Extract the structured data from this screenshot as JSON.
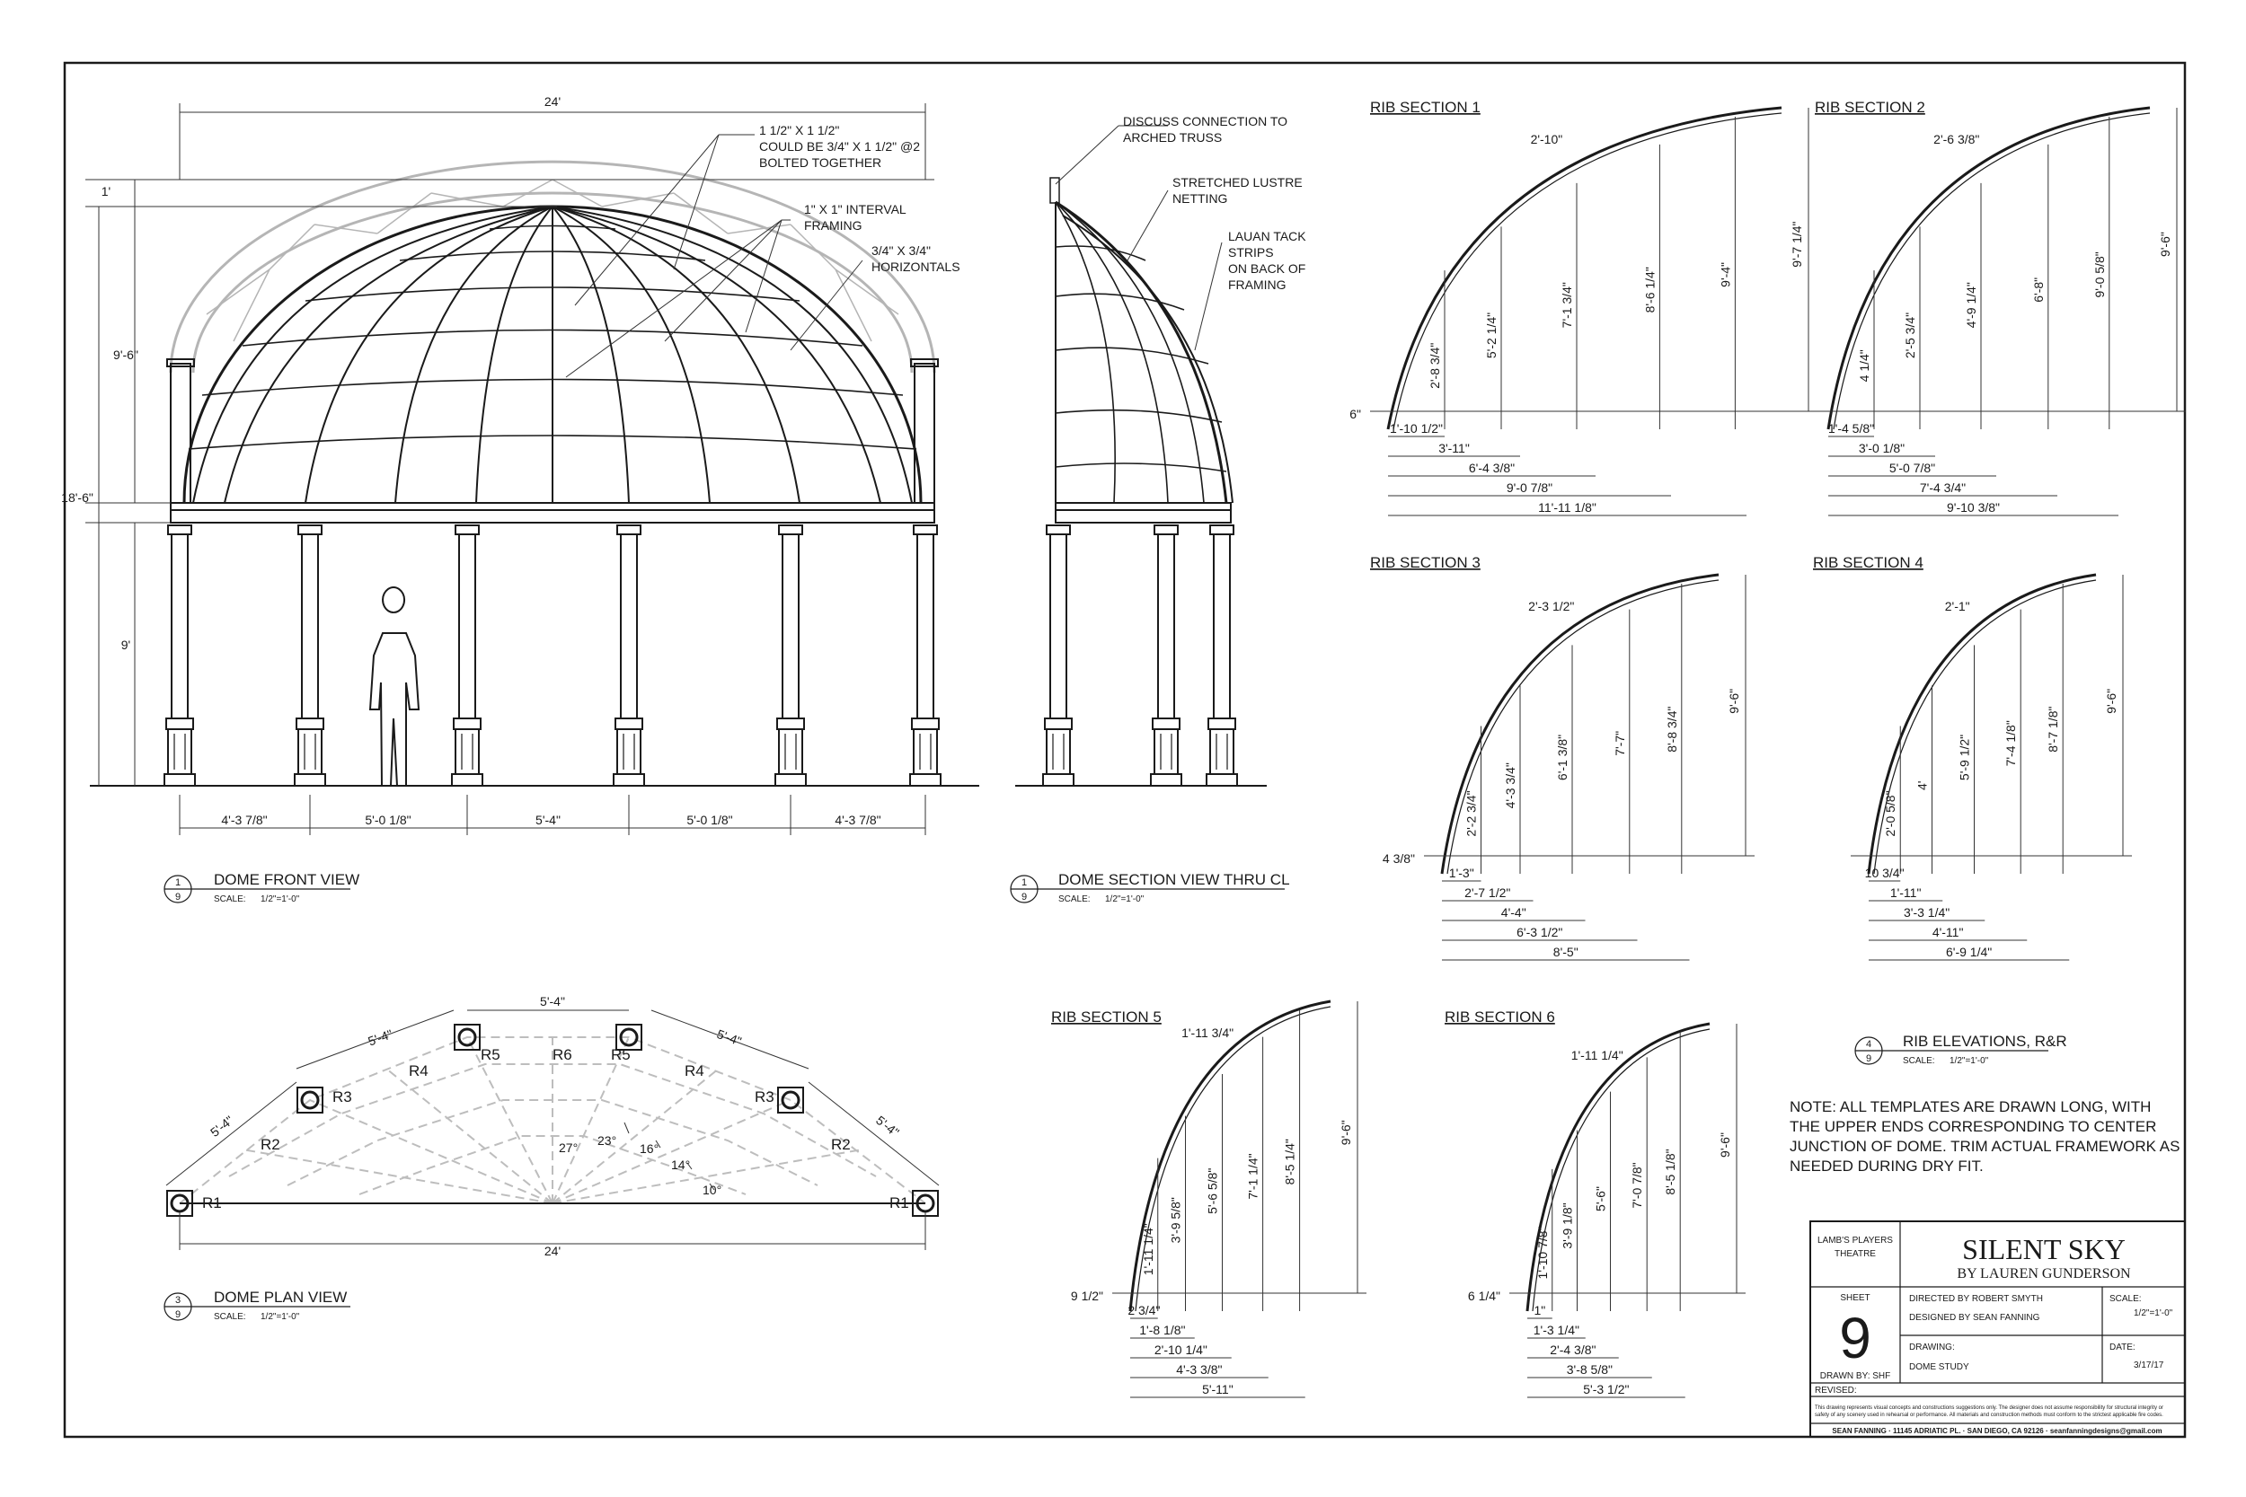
{
  "labels": {
    "front_width": "24'",
    "top_1ft": "1'",
    "h_9_6": "9'-6\"",
    "h_18_6": "18'-6\"",
    "h_9": "9'",
    "note1": [
      "1 1/2\" X 1 1/2\"",
      "COULD BE 3/4\" X 1 1/2\" @2",
      "BOLTED TOGETHER"
    ],
    "note2": [
      "1\" X 1\" INTERVAL",
      "FRAMING"
    ],
    "note3": [
      "3/4\" X 3/4\"",
      "HORIZONTALS"
    ],
    "bottom_dims": [
      "4'-3 7/8\"",
      "5'-0 1/8\"",
      "5'-4\"",
      "5'-0 1/8\"",
      "4'-3 7/8\""
    ],
    "sec_note1": [
      "DISCUSS CONNECTION TO",
      "ARCHED TRUSS"
    ],
    "sec_note2": [
      "STRETCHED LUSTRE",
      "NETTING"
    ],
    "sec_note3": [
      "LAUAN TACK",
      "STRIPS",
      "ON BACK OF",
      "FRAMING"
    ]
  },
  "views": {
    "front": {
      "num": "1",
      "sheet": "9",
      "title": "DOME FRONT VIEW",
      "scale_label": "SCALE:",
      "scale": "1/2\"=1'-0\""
    },
    "section": {
      "num": "1",
      "sheet": "9",
      "title": "DOME SECTION VIEW THRU CL",
      "scale_label": "SCALE:",
      "scale": "1/2\"=1'-0\""
    },
    "plan": {
      "num": "3",
      "sheet": "9",
      "title": "DOME PLAN VIEW",
      "scale_label": "SCALE:",
      "scale": "1/2\"=1'-0\""
    },
    "ribs": {
      "num": "4",
      "sheet": "9",
      "title": "RIB ELEVATIONS, R&R",
      "scale_label": "SCALE:",
      "scale": "1/2\"=1'-0\""
    }
  },
  "plan": {
    "seg": "5'-4\"",
    "width": "24'",
    "ribs": [
      "R1",
      "R2",
      "R3",
      "R4",
      "R5",
      "R6"
    ],
    "angles": [
      "27°",
      "23°",
      "16°",
      "14°",
      "10°"
    ]
  },
  "rib_sections": {
    "r1": {
      "title": "RIB SECTION 1",
      "dims": [
        "2'-10\"",
        "9'-7 1/4\"",
        "9'-4\"",
        "8'-6 1/4\"",
        "7'-1 3/4\"",
        "5'-2 1/4\"",
        "2'-8 3/4\"",
        "6\"",
        "1'-10 1/2\"",
        "3'-11\"",
        "6'-4 3/8\"",
        "9'-0 7/8\"",
        "11'-11 1/8\""
      ]
    },
    "r2": {
      "title": "RIB SECTION 2",
      "dims": [
        "2'-6 3/8\"",
        "9'-6\"",
        "9'-0 5/8\"",
        "6'-8\"",
        "4'-9 1/4\"",
        "2'-5 3/4\"",
        "4 1/4\"",
        "1'-4 5/8\"",
        "3'-0 1/8\"",
        "5'-0 7/8\"",
        "7'-4 3/4\"",
        "9'-10 3/8\""
      ]
    },
    "r3": {
      "title": "RIB SECTION 3",
      "dims": [
        "2'-3 1/2\"",
        "9'-6\"",
        "8'-8 3/4\"",
        "7'-7\"",
        "6'-1 3/8\"",
        "4'-3 3/4\"",
        "2'-2 3/4\"",
        "4 3/8\"",
        "1'-3\"",
        "2'-7 1/2\"",
        "4'-4\"",
        "6'-3 1/2\"",
        "8'-5\""
      ]
    },
    "r4": {
      "title": "RIB SECTION 4",
      "dims": [
        "2'-1\"",
        "9'-6\"",
        "8'-7 1/8\"",
        "7'-4 1/8\"",
        "5'-9 1/2\"",
        "4'",
        "2'-0 5/8\"",
        "10 3/4\"",
        "1'-11\"",
        "3'-3 1/4\"",
        "4'-11\"",
        "6'-9 1/4\""
      ]
    },
    "r5": {
      "title": "RIB SECTION 5",
      "dims": [
        "1'-11 3/4\"",
        "9'-6\"",
        "8'-5 1/4\"",
        "7'-1 1/4\"",
        "5'-6 5/8\"",
        "3'-9 5/8\"",
        "1'-11 1/4\"",
        "9 1/2\"",
        "2 3/4\"",
        "1'-8 1/8\"",
        "2'-10 1/4\"",
        "4'-3 3/8\"",
        "5'-11\""
      ]
    },
    "r6": {
      "title": "RIB SECTION 6",
      "dims": [
        "1'-11 1/4\"",
        "9'-6\"",
        "8'-5 1/8\"",
        "7'-0 7/8\"",
        "5'-6\"",
        "3'-9 1/8\"",
        "1'-10 7/8\"",
        "6 1/4\"",
        "1\"",
        "1'-3 1/4\"",
        "2'-4 3/8\"",
        "3'-8 5/8\"",
        "5'-3 1/2\""
      ]
    }
  },
  "note": [
    "NOTE: ALL TEMPLATES ARE DRAWN LONG, WITH",
    "THE UPPER ENDS CORRESPONDING TO CENTER",
    "JUNCTION OF DOME. TRIM ACTUAL FRAMEWORK AS",
    "NEEDED DURING DRY FIT."
  ],
  "title_block": {
    "theatre": [
      "LAMB'S PLAYERS",
      "THEATRE"
    ],
    "show": "SILENT SKY",
    "author": "BY LAUREN GUNDERSON",
    "sheet_label": "SHEET",
    "sheet_number": "9",
    "drawn_by": "DRAWN BY: SHF",
    "directed_by": "DIRECTED BY ROBERT SMYTH",
    "designed_by": "DESIGNED BY SEAN FANNING",
    "drawing_label": "DRAWING:",
    "drawing": "DOME STUDY",
    "scale_label": "SCALE:",
    "scale": "1/2\"=1'-0\"",
    "date_label": "DATE:",
    "date": "3/17/17",
    "revised": "REVISED:",
    "disclaimer": [
      "This drawing represents visual concepts and constructions suggestions only.  The designer does not assume responsibility for structural integrity or",
      "safety of any scenery used in rehearsal or performance.  All materials and construction methods must conform to the strictest applicable fire codes."
    ],
    "footer": "SEAN FANNING  ·  11145 ADRIATIC PL.  ·  SAN DIEGO, CA 92126  ·  seanfanningdesigns@gmail.com"
  },
  "colors": {
    "ink": "#1a1a1a",
    "light": "#b5b5b5"
  }
}
